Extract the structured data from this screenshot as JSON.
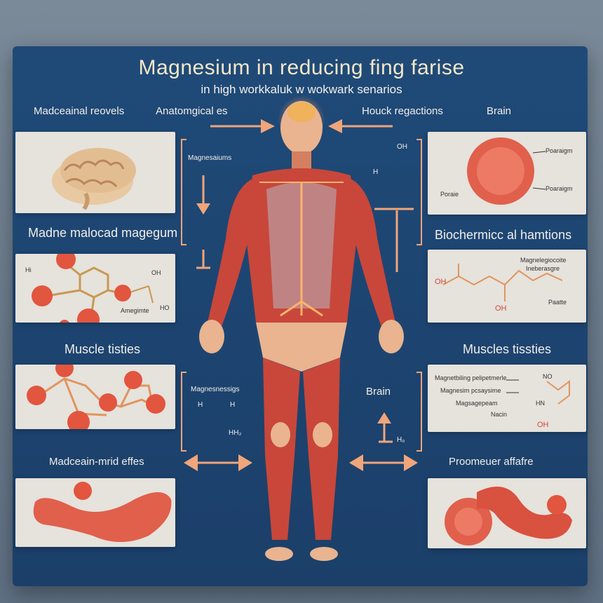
{
  "header": {
    "title": "Magnesium  in reducing fing farise",
    "subtitle": "in high workkaluk w wokwark senarios"
  },
  "left_column": {
    "label_1": "Madceainal reovels",
    "label_2": "Madne malocad magegum",
    "label_3": "Muscle tisties",
    "label_4": "Madceain-mrid effes"
  },
  "right_column": {
    "label_1": "Brain",
    "label_2": "Biochermicc al hamtions",
    "label_3": "Muscles tissties",
    "label_4": "Proomeuer affafre"
  },
  "center": {
    "label_anatomical": "Anatomgical es",
    "label_houck": "Houck regactions",
    "label_magnesium_upper": "Magnesaiums",
    "label_magnesium_lower": "Magnesnessigs",
    "label_brain_lower": "Brain",
    "formula_upper_h": "H",
    "formula_upper_oh": "OH",
    "formula_lower_h": "H",
    "formula_lower_h2": "H",
    "formula_lower_hh": "HH₂",
    "formula_h0": "H₀"
  },
  "panel_brain_right": {
    "note_top": "Poaraigm",
    "note_mid": "Poaraigm",
    "note_left": "Poraie"
  },
  "panel_biochem_right": {
    "note_top": "Magnelegiocoite",
    "note_top2": "Ineberasgre",
    "note_oh_left": "OH",
    "note_oh_bottom": "OH",
    "note_right": "Paatte"
  },
  "panel_muscle_right": {
    "line_1": "Magnetbiling pelipetmerle",
    "line_2": "Magnesim pcsaysime",
    "line_3": "Magsagepeam",
    "line_4": "Nacin",
    "chem_no": "NO",
    "chem_hn": "HN",
    "chem_oh": "OH"
  },
  "panel_magnesium_left": {
    "note_oh": "OH",
    "note_ho": "HO",
    "note_bottom": "Amegimte",
    "note_left": "Hi"
  },
  "colors": {
    "board": "#1f4a78",
    "accent_arrow": "#f0a57a",
    "title": "#f3e7c8",
    "muscle": "#c8473a",
    "molecule": "#e2553f"
  }
}
